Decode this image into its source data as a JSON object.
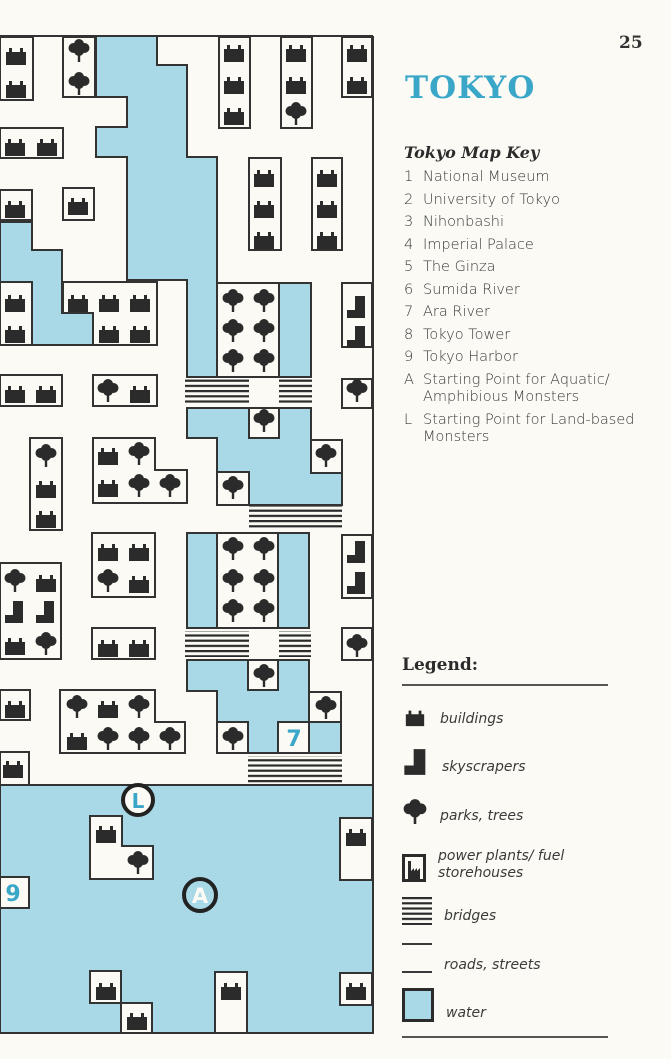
{
  "page_number": "25",
  "title": "TOKYO",
  "map_key": {
    "heading": "Tokyo Map Key",
    "items": [
      {
        "code": "1",
        "label": "National Museum"
      },
      {
        "code": "2",
        "label": "University of Tokyo"
      },
      {
        "code": "3",
        "label": "Nihonbashi"
      },
      {
        "code": "4",
        "label": "Imperial Palace"
      },
      {
        "code": "5",
        "label": "The Ginza"
      },
      {
        "code": "6",
        "label": "Sumida River"
      },
      {
        "code": "7",
        "label": "Ara River"
      },
      {
        "code": "8",
        "label": "Tokyo Tower"
      },
      {
        "code": "9",
        "label": "Tokyo Harbor"
      },
      {
        "code": "A",
        "label": "Starting Point for Aquatic/ Amphibious Monsters"
      },
      {
        "code": "L",
        "label": "Starting Point for Land-based Monsters"
      }
    ]
  },
  "legend": {
    "heading": "Legend:",
    "items": [
      {
        "icon": "building-icon",
        "label": "buildings"
      },
      {
        "icon": "skyscraper-icon",
        "label": "skyscrapers"
      },
      {
        "icon": "tree-icon",
        "label": "parks, trees"
      },
      {
        "icon": "power-plant-icon",
        "label": "power plants/ fuel storehouses"
      },
      {
        "icon": "bridge-icon",
        "label": "bridges"
      },
      {
        "icon": "road-icon",
        "label": "roads, streets"
      },
      {
        "icon": "water-icon",
        "label": "water"
      }
    ]
  },
  "map_labels": {
    "seven": "7",
    "nine": "9",
    "land_start": "L",
    "aquatic_start": "A"
  },
  "colors": {
    "water": "#a9d9e7",
    "accent": "#3aa7c9",
    "ink": "#2b2b2b",
    "paper": "#fbfaf4"
  }
}
